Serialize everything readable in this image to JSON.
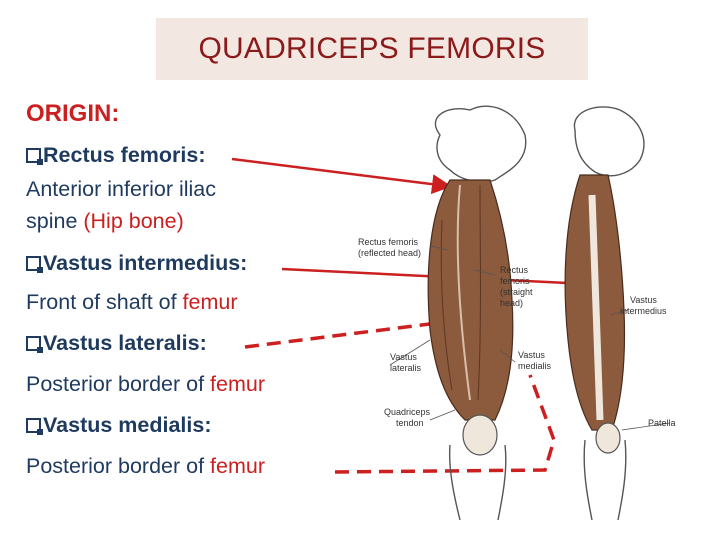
{
  "title": "QUADRICEPS FEMORIS",
  "origin_heading": "ORIGIN:",
  "items": [
    {
      "muscle": "Rectus femoris:",
      "desc_a": "Anterior inferior iliac",
      "desc_b": "spine ",
      "desc_red": "(Hip bone)"
    },
    {
      "muscle": "Vastus intermedius:",
      "desc_a": "Front of shaft of ",
      "desc_red": "femur"
    },
    {
      "muscle": "Vastus lateralis:",
      "desc_a": "Posterior border of ",
      "desc_red": "femur"
    },
    {
      "muscle": "Vastus medialis:",
      "desc_a": "Posterior border of ",
      "desc_red": "femur"
    }
  ],
  "illustration_labels": {
    "rf_reflected_1": "Rectus femoris",
    "rf_reflected_2": "(reflected head)",
    "rectus_1": "Rectus",
    "rectus_2": "femoris",
    "rectus_3": "(straight",
    "rectus_4": "head)",
    "vastus_int_1": "Vastus",
    "vastus_int_2": "intermedius",
    "vastus_lat_1": "Vastus",
    "vastus_lat_2": "lateralis",
    "vastus_med_1": "Vastus",
    "vastus_med_2": "medialis",
    "quad_tendon_1": "Quadriceps",
    "quad_tendon_2": "tendon",
    "patella": "Patella"
  },
  "colors": {
    "title_bg": "#f3e7e1",
    "title_text": "#8b1a1a",
    "accent_red": "#cc1f1f",
    "body_text": "#1f3a5f"
  }
}
